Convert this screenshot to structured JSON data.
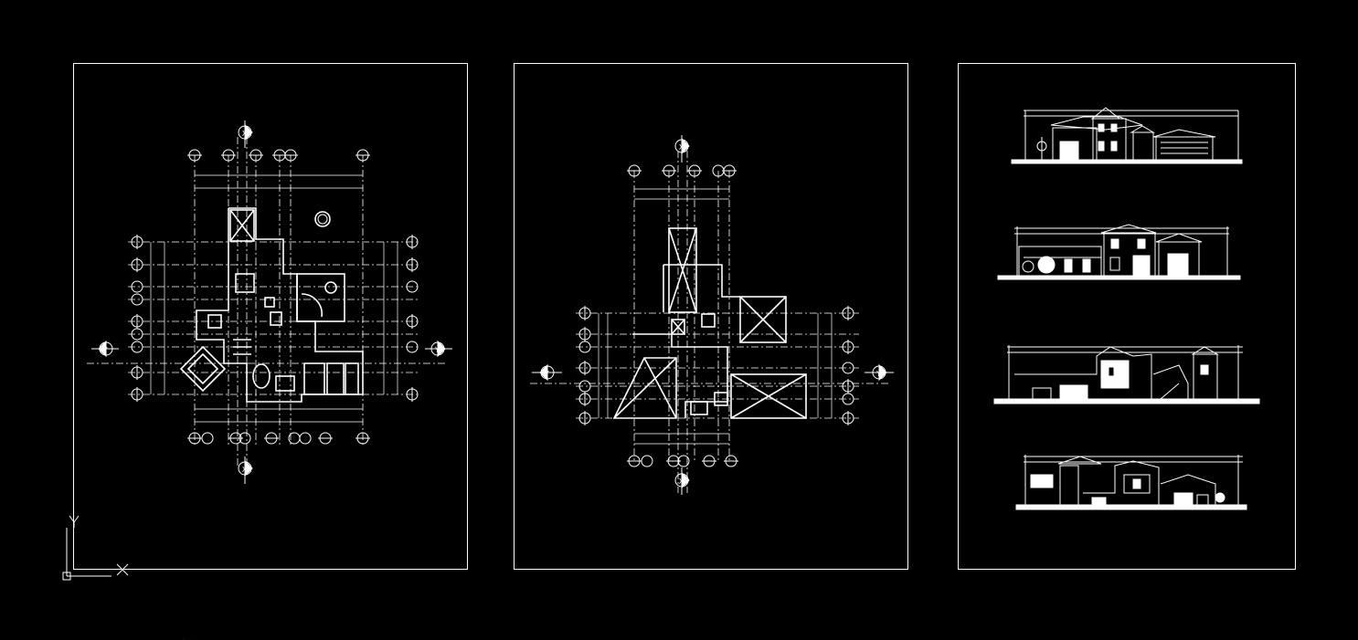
{
  "app": {
    "background": "#000000",
    "line_color": "#ffffff",
    "accent": "#ffffff"
  },
  "ucs": {
    "x_label": "X",
    "y_label": "Y",
    "icon": "ucs-axis-icon"
  },
  "sheets": [
    {
      "id": "sheet-1",
      "kind": "floor-plan",
      "axis_markers": [
        "X",
        "X",
        "Y",
        "Y"
      ]
    },
    {
      "id": "sheet-2",
      "kind": "roof-plan",
      "axis_markers": [
        "X",
        "X",
        "Y",
        "Y"
      ]
    },
    {
      "id": "sheet-3",
      "kind": "elevations-and-sections",
      "drawings": [
        "elevation-1",
        "elevation-2",
        "section-1",
        "section-2"
      ]
    }
  ]
}
